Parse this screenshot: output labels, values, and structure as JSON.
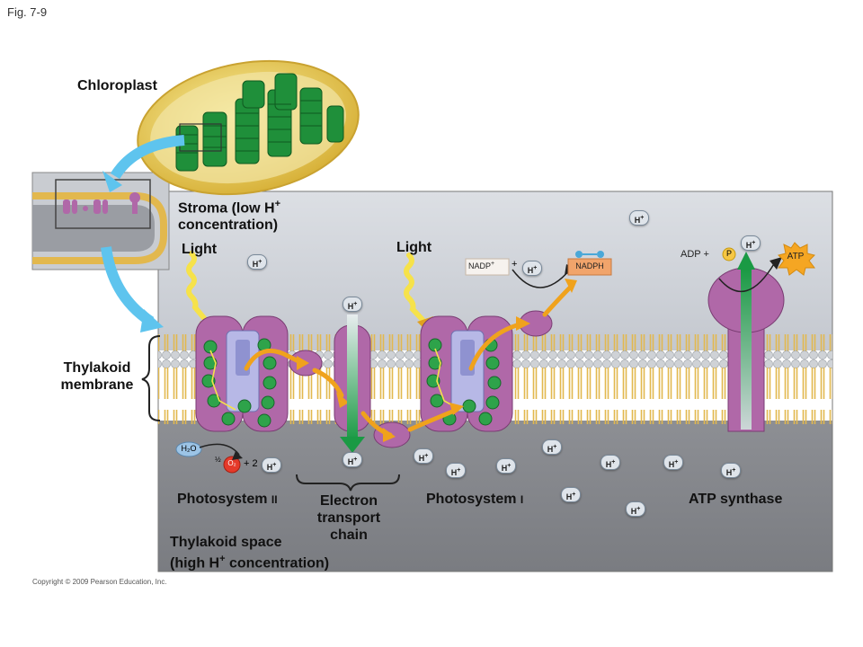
{
  "figure_label": "Fig. 7-9",
  "copyright": "Copyright © 2009 Pearson Education, Inc.",
  "labels": {
    "chloroplast": "Chloroplast",
    "stroma_line1": "Stroma (low H",
    "stroma_line2": "concentration)",
    "plus": "+",
    "light_1": "Light",
    "light_2": "Light",
    "thylakoid_membrane_line1": "Thylakoid",
    "thylakoid_membrane_line2": "membrane",
    "photosystem_2": "Photosystem",
    "photosystem_2_num": "II",
    "photosystem_1": "Photosystem",
    "photosystem_1_num": "I",
    "etc_line1": "Electron",
    "etc_line2": "transport",
    "etc_line3": "chain",
    "atp_synthase": "ATP synthase",
    "thylakoid_space_line1": "Thylakoid space",
    "thylakoid_space_line2": "(high H",
    "thylakoid_space_line2b": " concentration)"
  },
  "molecules": {
    "nadp": "NADP",
    "nadph": "NADPH",
    "adp": "ADP",
    "p": "P",
    "atp": "ATP",
    "h2o": "H₂O",
    "o2": "O₂",
    "half": "½",
    "plus_sign": "+",
    "two": "+ 2",
    "h": "H",
    "h_sup": "+"
  },
  "colors": {
    "stroma": "#d4d7dd",
    "lumen": "#8f9196",
    "membrane": "#e6c46a",
    "protein": "#b068a8",
    "chlorophyll": "#2ea34a",
    "electron_path": "#f0a21c",
    "light": "#f6e24a",
    "proton_flow": "#1e9a44",
    "o2": "#e53a2a",
    "atp": "#f5a623",
    "nadph_box": "#f1a46b"
  }
}
